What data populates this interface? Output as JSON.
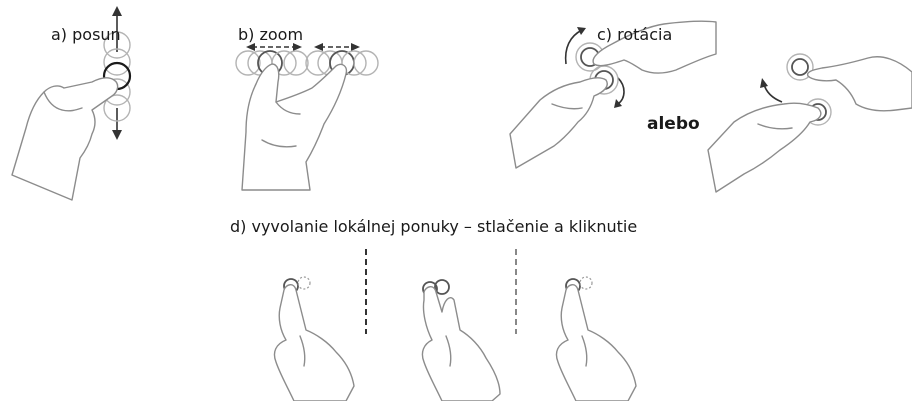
{
  "labels": {
    "a": "a) posun",
    "b": "b) zoom",
    "c": "c) rotácia",
    "or": "alebo",
    "d": "d) vyvolanie lokálnej ponuky – stlačenie a kliknutie"
  },
  "icons": {
    "pan": "hand-swipe-icon",
    "zoom": "hand-pinch-icon",
    "rotate": "two-hands-rotate-icon",
    "press": "hand-tap-icon"
  }
}
